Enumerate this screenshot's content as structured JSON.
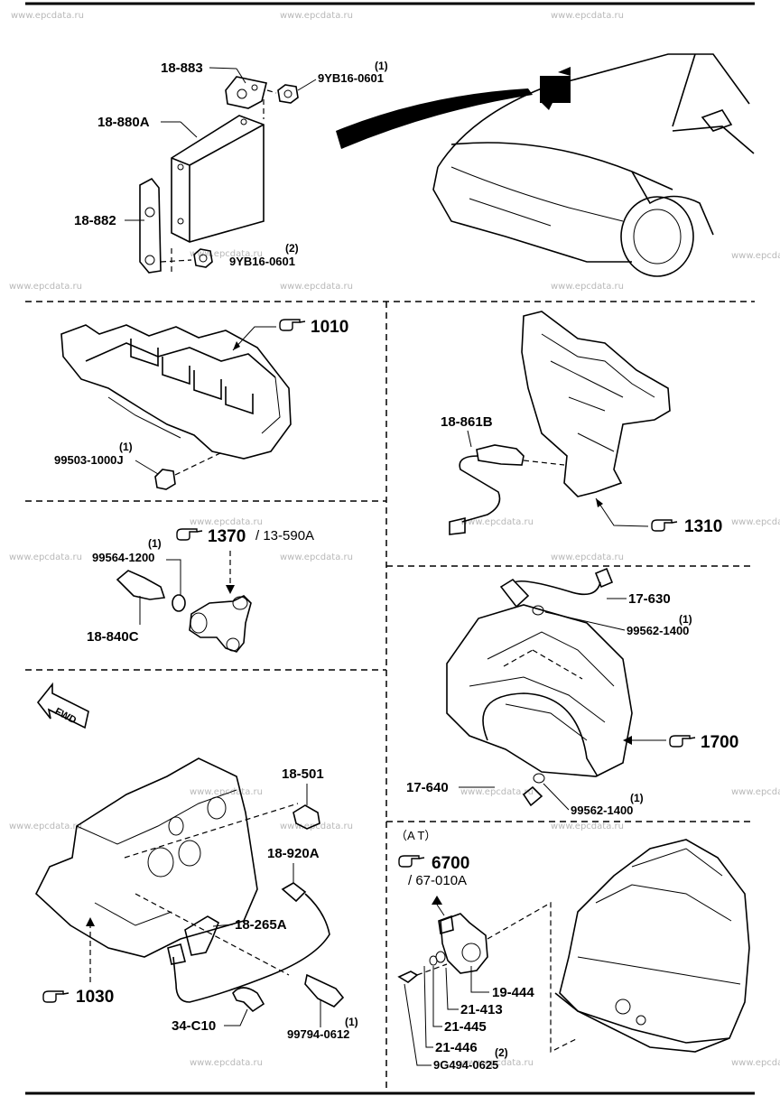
{
  "watermark": "www.epcdata.ru",
  "parts": {
    "p18_883": "18-883",
    "p18_880A": "18-880A",
    "p18_882": "18-882",
    "nut1_code": "9YB16-0601",
    "nut1_qty": "(1)",
    "nut2_code": "9YB16-0601",
    "nut2_qty": "(2)",
    "ref1010": "1010",
    "p99503": "99503-1000J",
    "p99503_qty": "(1)",
    "p18_861B": "18-861B",
    "ref1310": "1310",
    "ref1370": "1370",
    "ref1370_sub": "/ 13-590A",
    "p99564": "99564-1200",
    "p99564_qty": "(1)",
    "p18_840C": "18-840C",
    "p17_630": "17-630",
    "p99562a": "99562-1400",
    "p99562a_qty": "(1)",
    "ref1700": "1700",
    "p17_640": "17-640",
    "p99562b": "99562-1400",
    "p99562b_qty": "(1)",
    "fwd": "FWD",
    "p18_501": "18-501",
    "p18_920A": "18-920A",
    "p18_265A": "18-265A",
    "ref1030": "1030",
    "p34_C10": "34-C10",
    "p99794": "99794-0612",
    "p99794_qty": "(1)",
    "at_label": "（A T）",
    "ref6700": "6700",
    "ref6700_sub": "/ 67-010A",
    "p19_444": "19-444",
    "p21_413": "21-413",
    "p21_445": "21-445",
    "p21_446": "21-446",
    "p9G494": "9G494-0625",
    "p9G494_qty": "(2)"
  }
}
